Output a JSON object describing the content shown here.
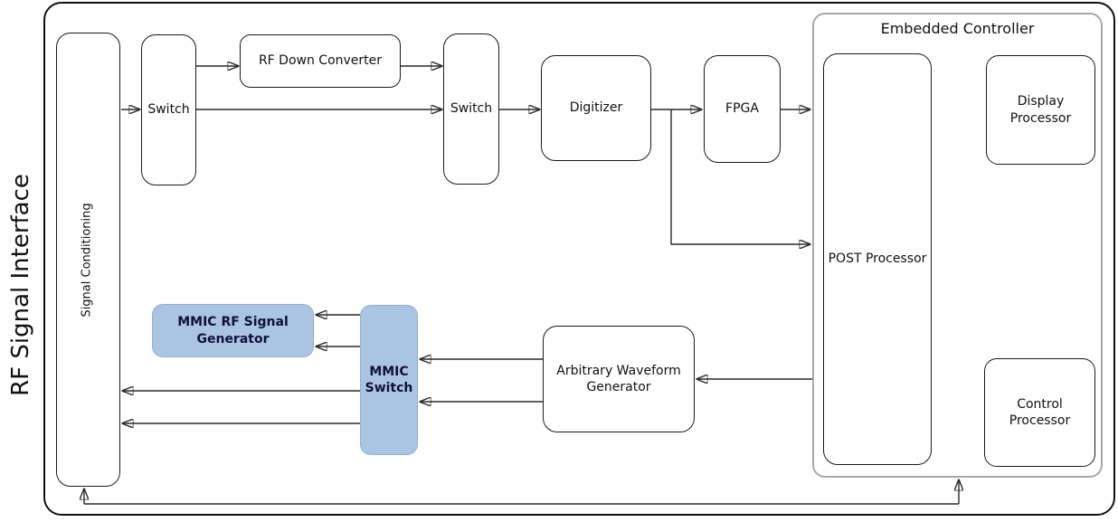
{
  "diagram": {
    "side_label": "RF Signal Interface",
    "nodes": {
      "signal_conditioning": {
        "label": "Signal Conditioning"
      },
      "switch_top_1": {
        "label": "Switch"
      },
      "rf_down_converter": {
        "label": "RF Down Converter"
      },
      "switch_top_2": {
        "label": "Switch"
      },
      "digitizer": {
        "label": "Digitizer"
      },
      "fpga": {
        "label": "FPGA"
      },
      "embedded_controller": {
        "label": "Embedded Controller"
      },
      "post_processor": {
        "label": "POST Processor"
      },
      "display_processor": {
        "label": "Display Processor"
      },
      "control_processor": {
        "label": "Control Processor"
      },
      "mmic_rf_signal_generator": {
        "label": "MMIC RF Signal Generator"
      },
      "mmic_switch": {
        "label": "MMIC Switch"
      },
      "arbitrary_waveform_generator": {
        "label": "Arbitrary Waveform Generator"
      }
    },
    "colors": {
      "hl-fill": "#a9c5e2",
      "hl-border": "#8fb0d3",
      "hl-text": "#10103c",
      "box-border": "#1a1a1a",
      "panel-border": "#a8a8a8",
      "connector": "#2a2a2a"
    }
  }
}
